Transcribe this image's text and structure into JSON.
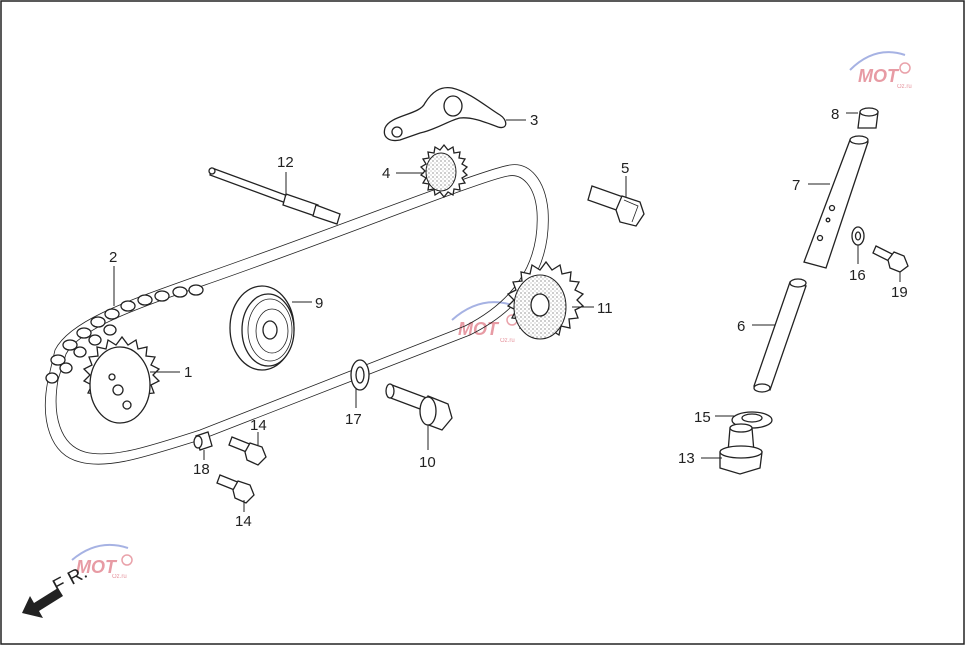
{
  "diagram": {
    "callouts": [
      {
        "id": "c1",
        "label": "1"
      },
      {
        "id": "c2",
        "label": "2"
      },
      {
        "id": "c3",
        "label": "3"
      },
      {
        "id": "c4",
        "label": "4"
      },
      {
        "id": "c5",
        "label": "5"
      },
      {
        "id": "c6",
        "label": "6"
      },
      {
        "id": "c7",
        "label": "7"
      },
      {
        "id": "c8",
        "label": "8"
      },
      {
        "id": "c9",
        "label": "9"
      },
      {
        "id": "c10",
        "label": "10"
      },
      {
        "id": "c11",
        "label": "11"
      },
      {
        "id": "c12",
        "label": "12"
      },
      {
        "id": "c13",
        "label": "13"
      },
      {
        "id": "c14a",
        "label": "14"
      },
      {
        "id": "c14b",
        "label": "14"
      },
      {
        "id": "c15",
        "label": "15"
      },
      {
        "id": "c16",
        "label": "16"
      },
      {
        "id": "c17",
        "label": "17"
      },
      {
        "id": "c18",
        "label": "18"
      },
      {
        "id": "c19",
        "label": "19"
      }
    ],
    "direction_label": "F R.",
    "watermark_text": "MOT",
    "watermark_small": "Oz.ru",
    "frame_color": "#222222",
    "watermark_color": "#e07a86",
    "watermark_accent": "#6a7fd0"
  }
}
